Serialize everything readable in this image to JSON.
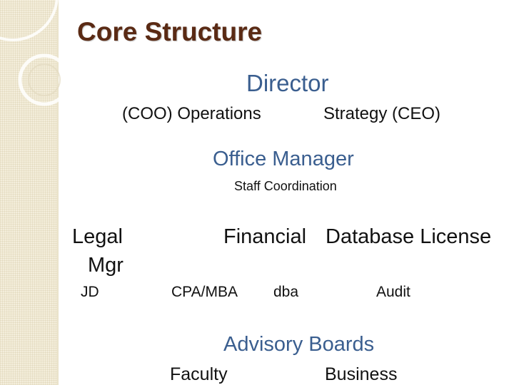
{
  "slide": {
    "title": "Core Structure",
    "director": "Director",
    "operations": "(COO) Operations",
    "strategy": "Strategy (CEO)",
    "office_manager": "Office Manager",
    "staff_coordination": "Staff Coordination",
    "legal_line1": "Legal",
    "legal_line2": "Mgr",
    "financial": "Financial",
    "database_license": "Database License",
    "jd": "JD",
    "cpa_mba": "CPA/MBA",
    "dba": "dba",
    "audit": "Audit",
    "advisory_boards": "Advisory Boards",
    "faculty": "Faculty",
    "business": "Business"
  },
  "colors": {
    "title": "#5a2a14",
    "accent_blue": "#3a5e8f",
    "body_text": "#111111",
    "band": "#f4eedb"
  }
}
